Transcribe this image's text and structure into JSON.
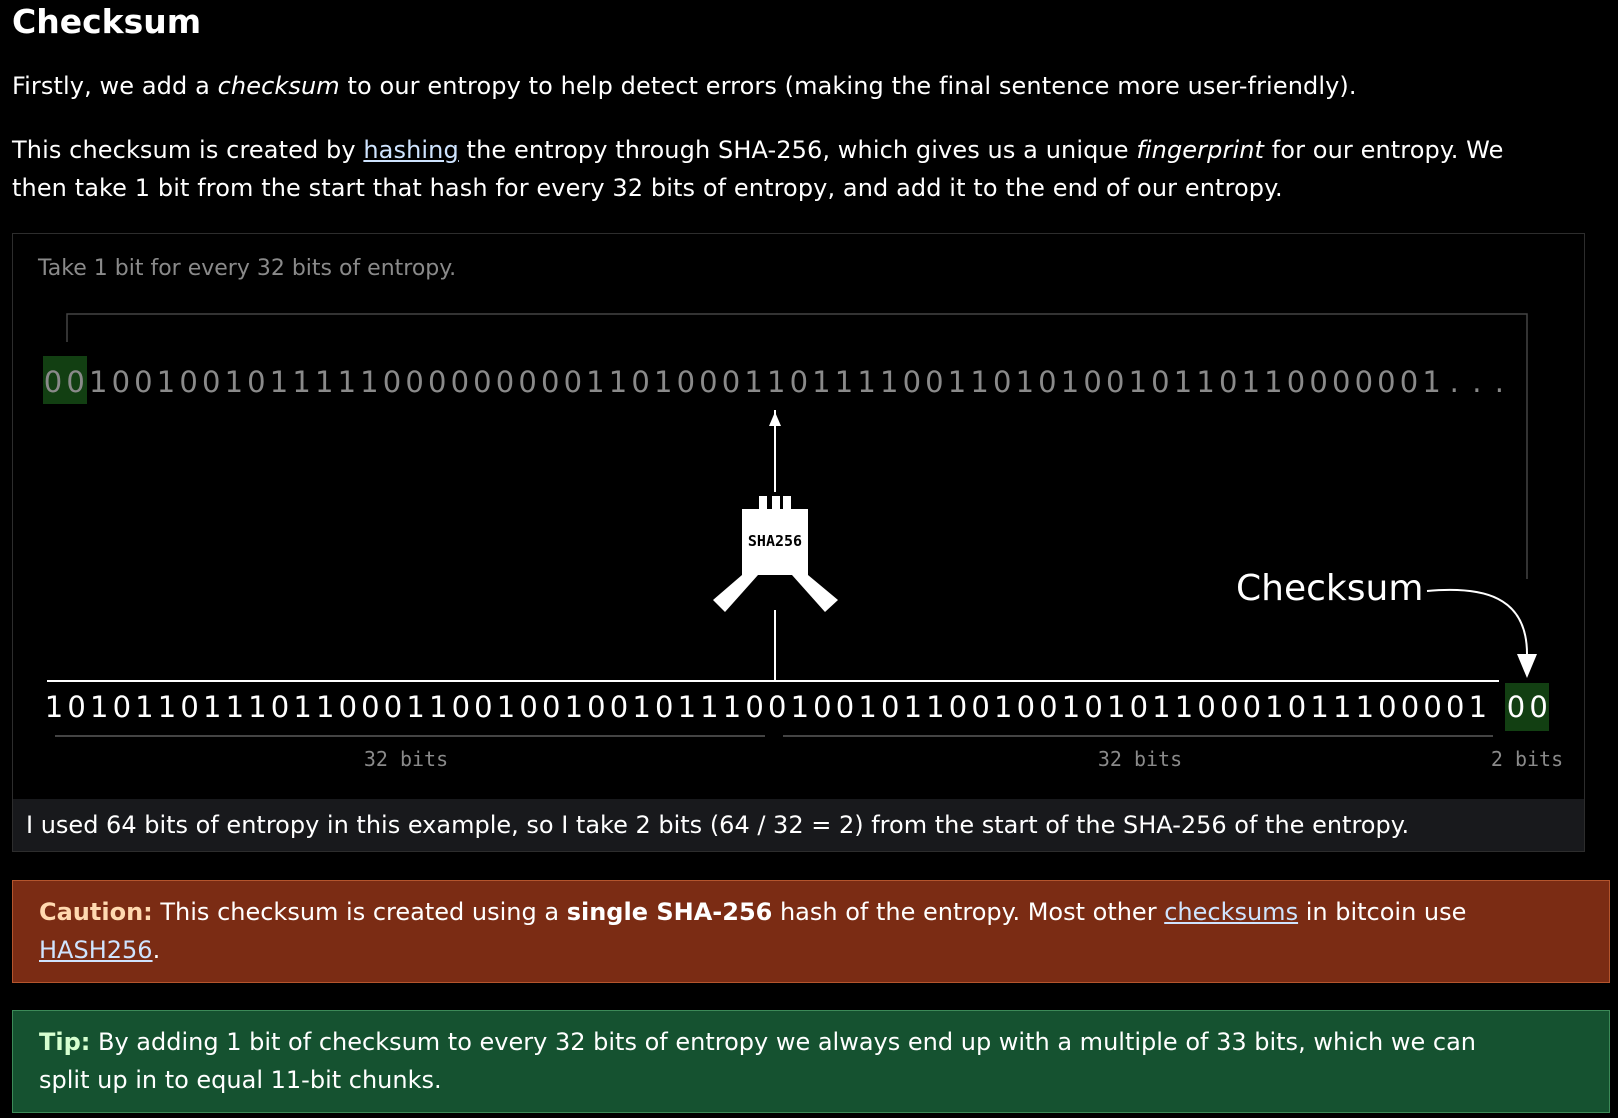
{
  "heading": "Checksum",
  "p1": {
    "before": "Firstly, we add a ",
    "em": "checksum",
    "after": " to our entropy to help detect errors (making the final sentence more user-friendly)."
  },
  "p2": {
    "line1_before": "This checksum is created by ",
    "link": "hashing",
    "line1_mid": " the entropy through SHA-256, which gives us a unique ",
    "em": "fingerprint",
    "line1_after": " for our entropy. We",
    "line2": "then take 1 bit from the start that hash for every 32 bits of entropy, and add it to the end of our entropy."
  },
  "figure": {
    "title": "Take 1 bit for every 32 bits of entropy.",
    "hash_bits": "00100100101111100000000011010001101111001101010010110110000001...",
    "hash_highlight_count": 2,
    "hash_label": "SHA256",
    "checksum_label": "Checksum",
    "entropy_bits": "1010110111011000110010010010111001001011001001010110001011100001",
    "checksum_bits": "00",
    "brace_labels": [
      "32 bits",
      "32 bits",
      "2 bits"
    ],
    "caption": "I used 64 bits of entropy in this example, so I take 2 bits (64 / 32 = 2) from the start of the SHA-256 of the entropy.",
    "colors": {
      "highlight": "#123f12",
      "hash_text": "#8a8a8a",
      "brace_text": "#8a8a8a"
    }
  },
  "caution": {
    "label": "Caution:",
    "t1": " This checksum is created using a ",
    "bold": "single SHA-256",
    "t2": " hash of the entropy. Most other ",
    "link1": "checksums",
    "t3": " in bitcoin use",
    "link2": "HASH256",
    "t4": "."
  },
  "tip": {
    "label": "Tip:",
    "line1": " By adding 1 bit of checksum to every 32 bits of entropy we always end up with a multiple of 33 bits, which we can",
    "line2": "split up in to equal 11-bit chunks."
  }
}
